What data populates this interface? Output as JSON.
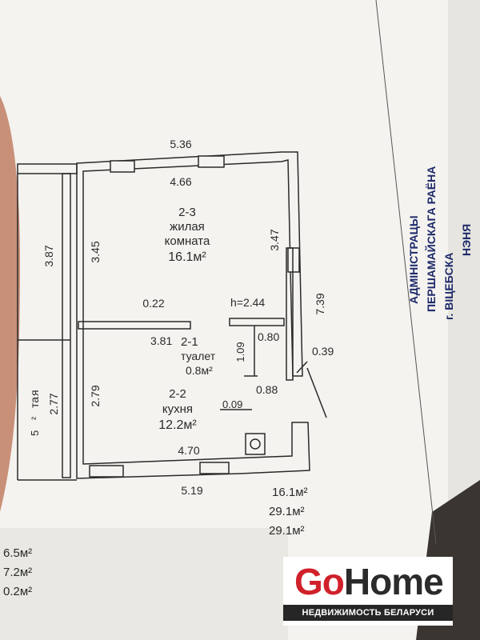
{
  "brand": {
    "go": "Go",
    "home": "Home",
    "tagline": "НЕДВИЖИМОСТЬ БЕЛАРУСИ",
    "accent_color": "#d0212b"
  },
  "stamp": {
    "line1": "АДМIНIСТРАЦЫ",
    "line2": "ПЕРШАМАЙСКАГА РАЁНА",
    "line3": "г. ВIЦЕБСКА",
    "line4": "НЭНЯ"
  },
  "plan": {
    "rooms": [
      {
        "id": "2-3",
        "name_line1": "жилая",
        "name_line2": "комната",
        "area": "16.1м²"
      },
      {
        "id": "2-1",
        "name": "туалет",
        "area": "0.8м²"
      },
      {
        "id": "2-2",
        "name": "кухня",
        "area": "12.2м²"
      }
    ],
    "dimensions": {
      "top_outer": "5.36",
      "top_inner": "4.66",
      "left_room": "3.45",
      "right_room": "3.47",
      "outer_right": "7.39",
      "wall_thickness": "0.22",
      "ceiling_height": "h=2.44",
      "partition_width": "3.81",
      "toilet_depth": "1.09",
      "toilet_width_top": "0.80",
      "toilet_width_bottom": "0.88",
      "wall_offset": "0.39",
      "kitchen_left": "2.79",
      "partition_small": "0.09",
      "bottom_inner": "4.70",
      "bottom_outer": "5.19",
      "neighbor_upper": "3.87",
      "neighbor_lower": "2.77"
    },
    "totals": [
      "16.1м²",
      "29.1м²",
      "29.1м²"
    ],
    "left_cut_off": {
      "room_text_1": "я",
      "room_text_2": "та",
      "room_text_3": "²",
      "room_text_4": "5",
      "areas": [
        "6.5м²",
        "7.2м²",
        "0.2м²"
      ]
    }
  }
}
